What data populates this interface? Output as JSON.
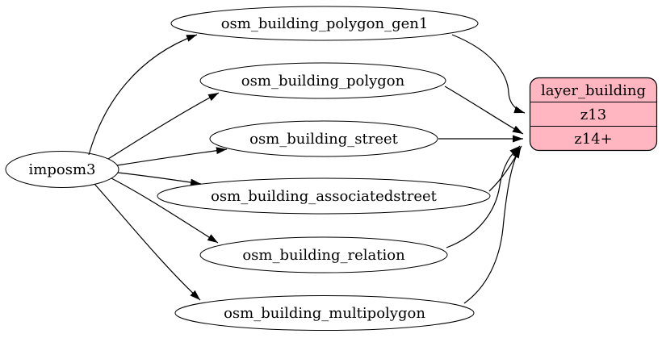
{
  "diagram": {
    "background": "#ffffff",
    "edge_color": "#000000",
    "source": {
      "label": "imposm3"
    },
    "tables": [
      {
        "label": "osm_building_polygon_gen1"
      },
      {
        "label": "osm_building_polygon"
      },
      {
        "label": "osm_building_street"
      },
      {
        "label": "osm_building_associatedstreet"
      },
      {
        "label": "osm_building_relation"
      },
      {
        "label": "osm_building_multipolygon"
      }
    ],
    "layer": {
      "title": "layer_building",
      "rows": [
        {
          "label": "z13"
        },
        {
          "label": "z14+"
        }
      ],
      "fill": "#ffb6c1",
      "stroke": "#000000"
    },
    "edges": [
      {
        "from": "imposm3",
        "to": "osm_building_polygon_gen1"
      },
      {
        "from": "imposm3",
        "to": "osm_building_polygon"
      },
      {
        "from": "imposm3",
        "to": "osm_building_street"
      },
      {
        "from": "imposm3",
        "to": "osm_building_associatedstreet"
      },
      {
        "from": "imposm3",
        "to": "osm_building_relation"
      },
      {
        "from": "imposm3",
        "to": "osm_building_multipolygon"
      },
      {
        "from": "osm_building_polygon_gen1",
        "to": "layer_building:z13"
      },
      {
        "from": "osm_building_polygon",
        "to": "layer_building:z14+"
      },
      {
        "from": "osm_building_street",
        "to": "layer_building:z14+"
      },
      {
        "from": "osm_building_associatedstreet",
        "to": "layer_building:z14+"
      },
      {
        "from": "osm_building_relation",
        "to": "layer_building:z14+"
      },
      {
        "from": "osm_building_multipolygon",
        "to": "layer_building:z14+"
      }
    ]
  }
}
